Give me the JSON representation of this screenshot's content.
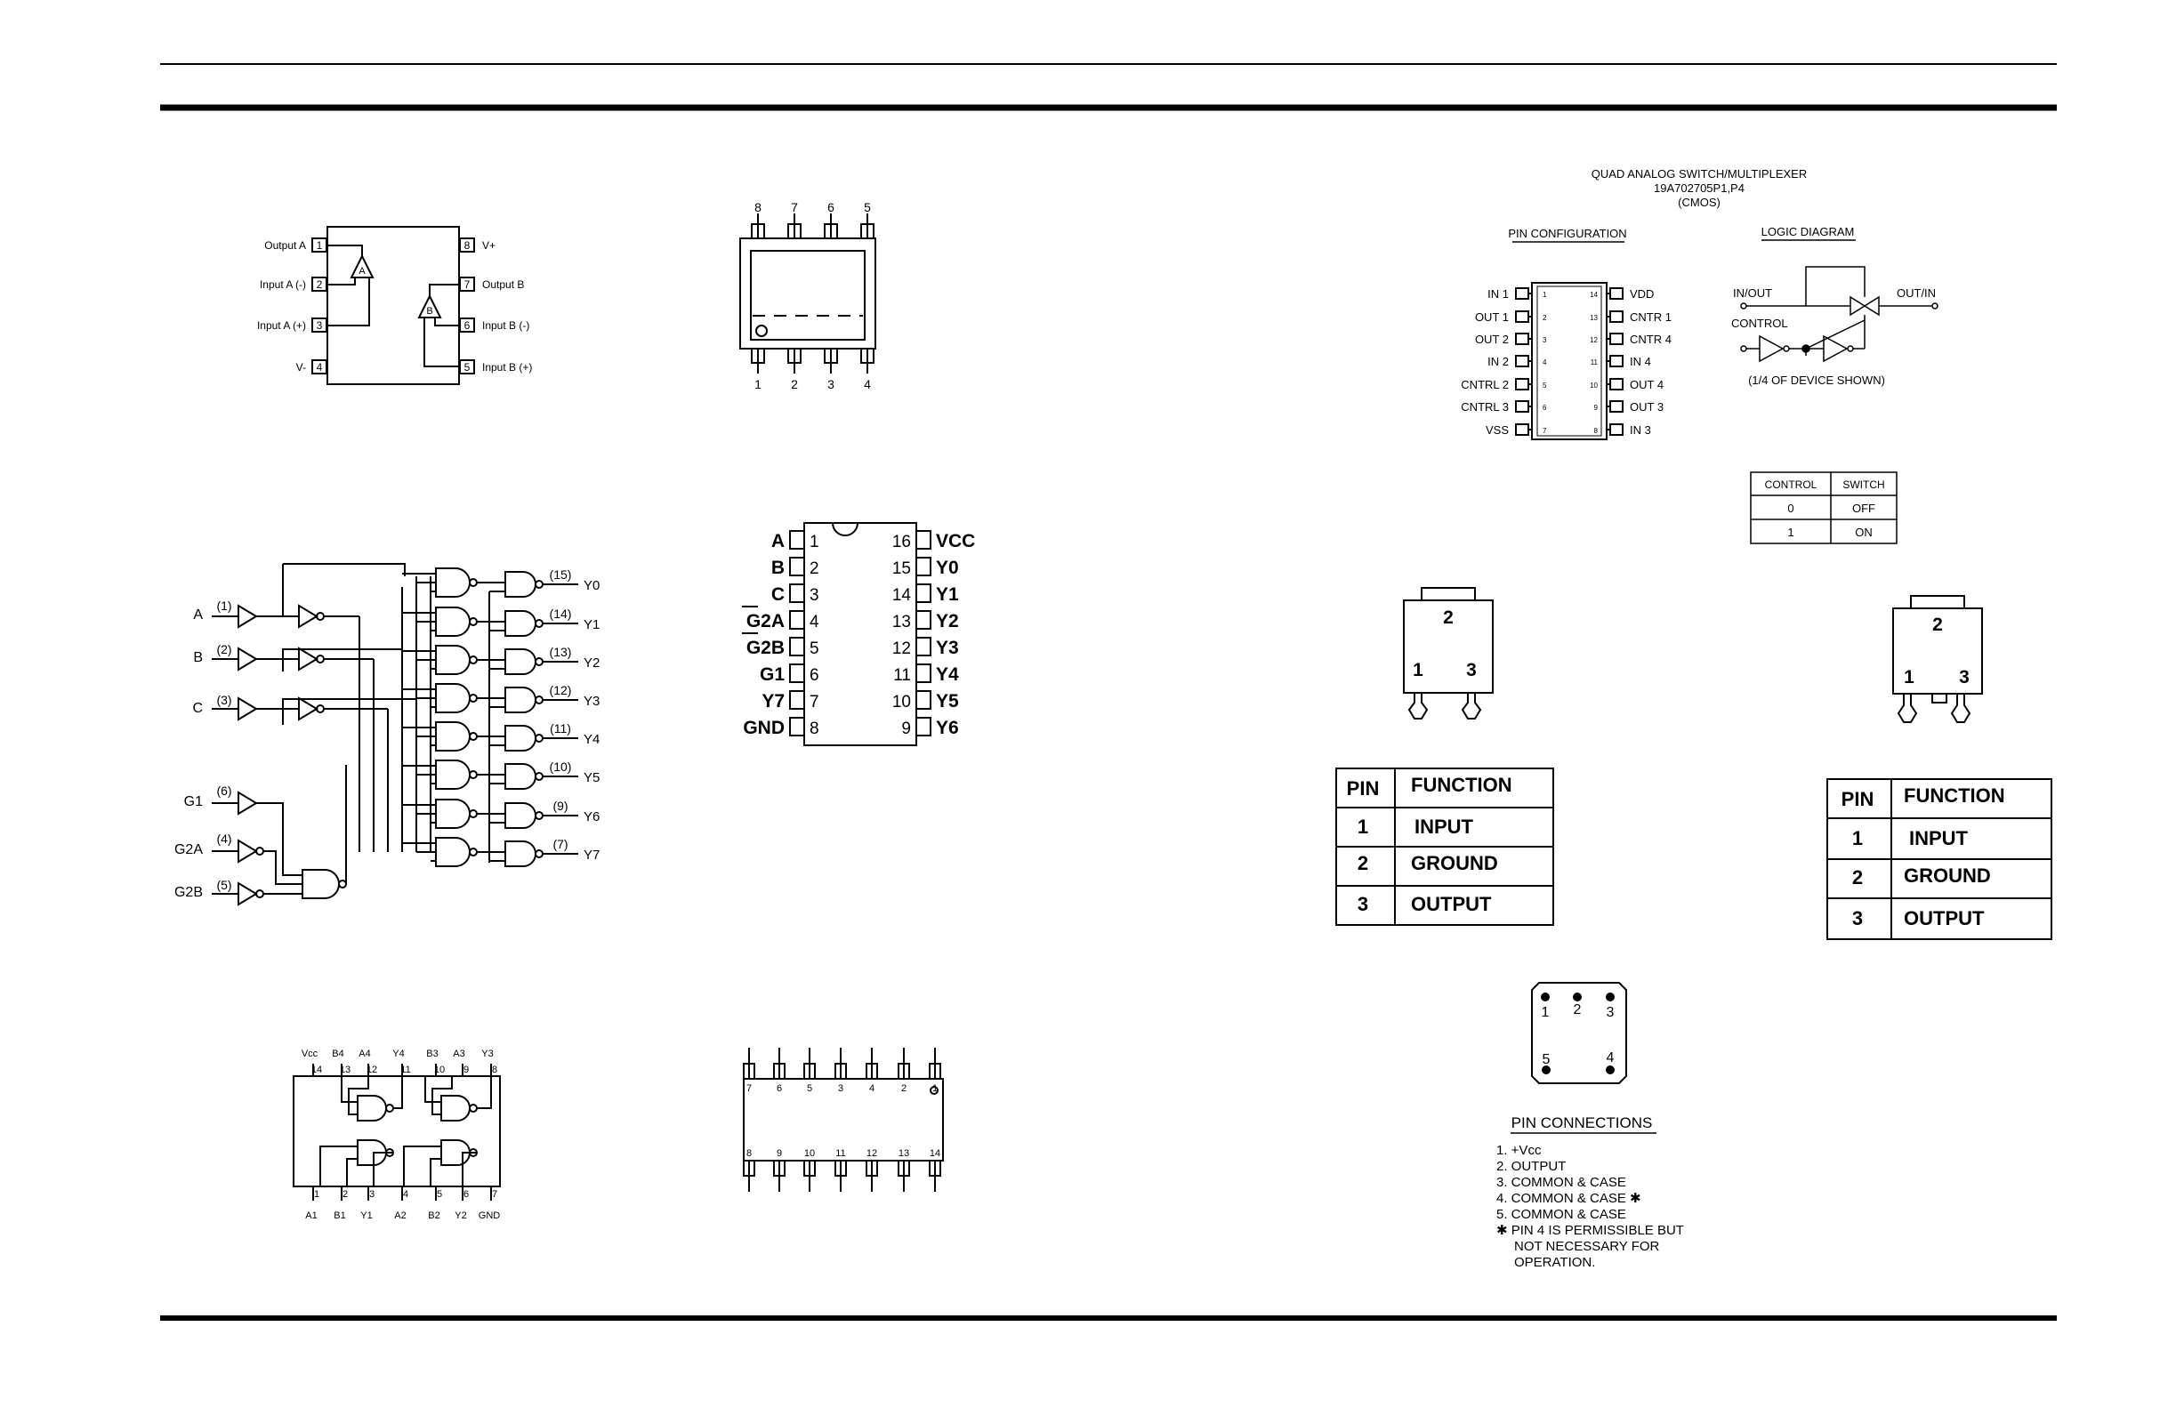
{
  "opamp": {
    "left_pins": [
      {
        "num": "1",
        "label": "Output A"
      },
      {
        "num": "2",
        "label": "Input A (-)"
      },
      {
        "num": "3",
        "label": "Input A (+)"
      },
      {
        "num": "4",
        "label": "V-"
      }
    ],
    "right_pins": [
      {
        "num": "8",
        "label": "V+"
      },
      {
        "num": "7",
        "label": "Output B"
      },
      {
        "num": "6",
        "label": "Input B (-)"
      },
      {
        "num": "5",
        "label": "Input B (+)"
      }
    ],
    "amp_a": "A",
    "amp_b": "B"
  },
  "so8": {
    "top_pins": [
      "8",
      "7",
      "6",
      "5"
    ],
    "bottom_pins": [
      "1",
      "2",
      "3",
      "4"
    ]
  },
  "decoder": {
    "inputs": [
      {
        "name": "A",
        "pin": "(1)"
      },
      {
        "name": "B",
        "pin": "(2)"
      },
      {
        "name": "C",
        "pin": "(3)"
      },
      {
        "name": "G1",
        "pin": "(6)"
      },
      {
        "name": "G2A",
        "pin": "(4)"
      },
      {
        "name": "G2B",
        "pin": "(5)"
      }
    ],
    "outputs": [
      {
        "pin": "(15)",
        "name": "Y0"
      },
      {
        "pin": "(14)",
        "name": "Y1"
      },
      {
        "pin": "(13)",
        "name": "Y2"
      },
      {
        "pin": "(12)",
        "name": "Y3"
      },
      {
        "pin": "(11)",
        "name": "Y4"
      },
      {
        "pin": "(10)",
        "name": "Y5"
      },
      {
        "pin": "(9)",
        "name": "Y6"
      },
      {
        "pin": "(7)",
        "name": "Y7"
      }
    ]
  },
  "dip16": {
    "left": [
      {
        "name": "A",
        "num": "1"
      },
      {
        "name": "B",
        "num": "2"
      },
      {
        "name": "C",
        "num": "3"
      },
      {
        "name": "G2A",
        "num": "4"
      },
      {
        "name": "G2B",
        "num": "5"
      },
      {
        "name": "G1",
        "num": "6"
      },
      {
        "name": "Y7",
        "num": "7"
      },
      {
        "name": "GND",
        "num": "8"
      }
    ],
    "right": [
      {
        "num": "16",
        "name": "VCC"
      },
      {
        "num": "15",
        "name": "Y0"
      },
      {
        "num": "14",
        "name": "Y1"
      },
      {
        "num": "13",
        "name": "Y2"
      },
      {
        "num": "12",
        "name": "Y3"
      },
      {
        "num": "11",
        "name": "Y4"
      },
      {
        "num": "10",
        "name": "Y5"
      },
      {
        "num": "9",
        "name": "Y6"
      }
    ]
  },
  "quad_nand": {
    "top_labels": [
      "Vcc",
      "B4",
      "A4",
      "Y4",
      "B3",
      "A3",
      "Y3"
    ],
    "top_nums": [
      "14",
      "13",
      "12",
      "11",
      "10",
      "9",
      "8"
    ],
    "bottom_nums": [
      "1",
      "2",
      "3",
      "4",
      "5",
      "6",
      "7"
    ],
    "bottom_labels": [
      "A1",
      "B1",
      "Y1",
      "A2",
      "B2",
      "Y2",
      "GND"
    ]
  },
  "so14": {
    "top_nums": [
      "7",
      "6",
      "5",
      "3",
      "4",
      "2",
      "1"
    ],
    "bottom_nums": [
      "8",
      "9",
      "10",
      "11",
      "12",
      "13",
      "14"
    ]
  },
  "analog_switch": {
    "title": "QUAD ANALOG SWITCH/MULTIPLEXER",
    "part": "19A702705P1,P4",
    "tech": "(CMOS)",
    "pin_config_title": "PIN CONFIGURATION",
    "logic_title": "LOGIC  DIAGRAM",
    "left_pins": [
      {
        "name": "IN 1",
        "num": "1"
      },
      {
        "name": "OUT 1",
        "num": "2"
      },
      {
        "name": "OUT 2",
        "num": "3"
      },
      {
        "name": "IN 2",
        "num": "4"
      },
      {
        "name": "CNTRL 2",
        "num": "5"
      },
      {
        "name": "CNTRL 3",
        "num": "6"
      },
      {
        "name": "VSS",
        "num": "7"
      }
    ],
    "right_pins": [
      {
        "num": "14",
        "name": "VDD"
      },
      {
        "num": "13",
        "name": "CNTR 1"
      },
      {
        "num": "12",
        "name": "CNTR 4"
      },
      {
        "num": "11",
        "name": "IN 4"
      },
      {
        "num": "10",
        "name": "OUT 4"
      },
      {
        "num": "9",
        "name": "OUT 3"
      },
      {
        "num": "8",
        "name": "IN 3"
      }
    ],
    "logic_in_out": "IN/OUT",
    "logic_out_in": "OUT/IN",
    "logic_control": "CONTROL",
    "logic_note": "(1/4 OF DEVICE SHOWN)",
    "truth_headers": [
      "CONTROL",
      "SWITCH"
    ],
    "truth_rows": [
      [
        "0",
        "OFF"
      ],
      [
        "1",
        "ON"
      ]
    ]
  },
  "regulator_left": {
    "pins": [
      "2",
      "1",
      "3"
    ],
    "headers": [
      "PIN",
      "FUNCTION"
    ],
    "rows": [
      [
        "1",
        "INPUT"
      ],
      [
        "2",
        "GROUND"
      ],
      [
        "3",
        "OUTPUT"
      ]
    ]
  },
  "regulator_right": {
    "pins": [
      "2",
      "1",
      "3"
    ],
    "headers": [
      "PIN",
      "FUNCTION"
    ],
    "rows": [
      [
        "1",
        "INPUT"
      ],
      [
        "2",
        "GROUND"
      ],
      [
        "3",
        "OUTPUT"
      ]
    ]
  },
  "can5": {
    "pins": [
      "1",
      "2",
      "3",
      "5",
      "4"
    ],
    "title": "PIN CONNECTIONS",
    "lines": [
      "1. +Vcc",
      "2. OUTPUT",
      "3. COMMON  & CASE",
      "4. COMMON  & CASE ✱",
      "5. COMMON  & CASE",
      "✱ PIN 4 IS PERMISSIBLE BUT",
      "NOT NECESSARY FOR",
      "OPERATION."
    ]
  }
}
